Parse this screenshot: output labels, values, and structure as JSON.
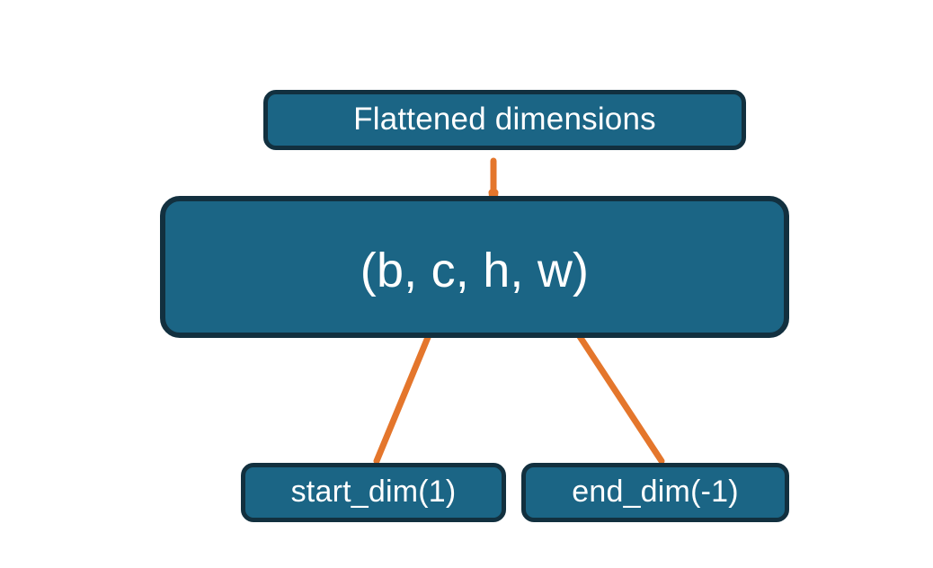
{
  "diagram": {
    "title_node": {
      "label": "Flattened dimensions",
      "name": "flattened-dimensions-box"
    },
    "shape_node": {
      "label": "(b, c, h, w)",
      "name": "tensor-shape-box"
    },
    "start_node": {
      "label": "start_dim(1)",
      "name": "start-dim-box"
    },
    "end_node": {
      "label": "end_dim(-1)",
      "name": "end-dim-box"
    },
    "connectors": {
      "brace": "curly-brace-up",
      "start_arrow": "arrow-start-dim-to-shape",
      "end_arrow": "arrow-end-dim-to-shape"
    },
    "colors": {
      "box_fill": "#1b6585",
      "box_border": "#12303f",
      "accent_orange": "#e4762c",
      "text": "#ffffff",
      "background": "#ffffff"
    }
  }
}
